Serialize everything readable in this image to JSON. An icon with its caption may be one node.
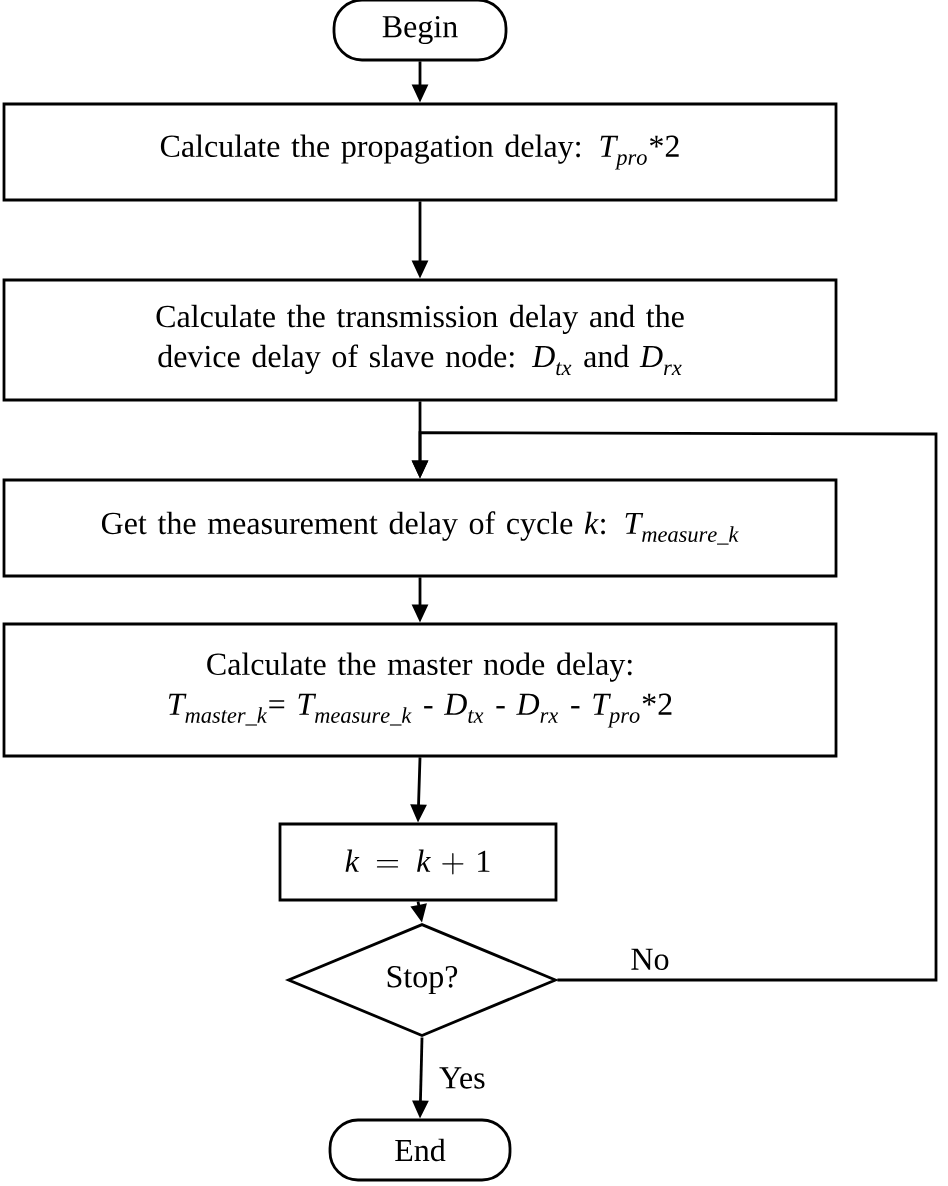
{
  "diagram": {
    "nodes": [
      {
        "text": [
          "Begin"
        ]
      },
      {
        "text": [
          "Calculate the propagation delay:",
          "T_{pro}\\text{*}2"
        ]
      },
      {
        "text": [
          "Calculate the transmission delay and the device delay of slave node:",
          "D_{tx}\\text{ and }D_{rx}"
        ]
      },
      {
        "text": [
          "Get the measurement delay of cycle *k*:",
          "T_{measure\\_k}"
        ]
      },
      {
        "text": [
          "Calculate the master node delay:",
          "T_{master\\_k}\\text{= }T_{measure\\_k}\\text{ - }D_{tx}\\text{ - }D_{rx}\\text{ - }T_{pro}\\text{*}2"
        ]
      },
      {
        "text": [
          "k = k + 1"
        ]
      },
      {
        "text": [
          "Stop?"
        ]
      },
      {
        "text": [
          "End"
        ]
      }
    ],
    "edges": [
      {
        "from": 0,
        "to": 1,
        "arrow": "to"
      },
      {
        "from": 1,
        "to": 2,
        "arrow": "to"
      },
      {
        "from": 2,
        "to": 3,
        "arrow": "to"
      },
      {
        "from": 3,
        "to": 4,
        "arrow": "to"
      },
      {
        "from": 4,
        "to": 5,
        "arrow": "to"
      },
      {
        "from": 5,
        "to": 6,
        "arrow": "to"
      },
      {
        "from": 6,
        "to": 7,
        "arrow": "to",
        "label": "Yes"
      },
      {
        "from": 6,
        "to": 3,
        "arrow": "to",
        "label": "No"
      }
    ]
  }
}
